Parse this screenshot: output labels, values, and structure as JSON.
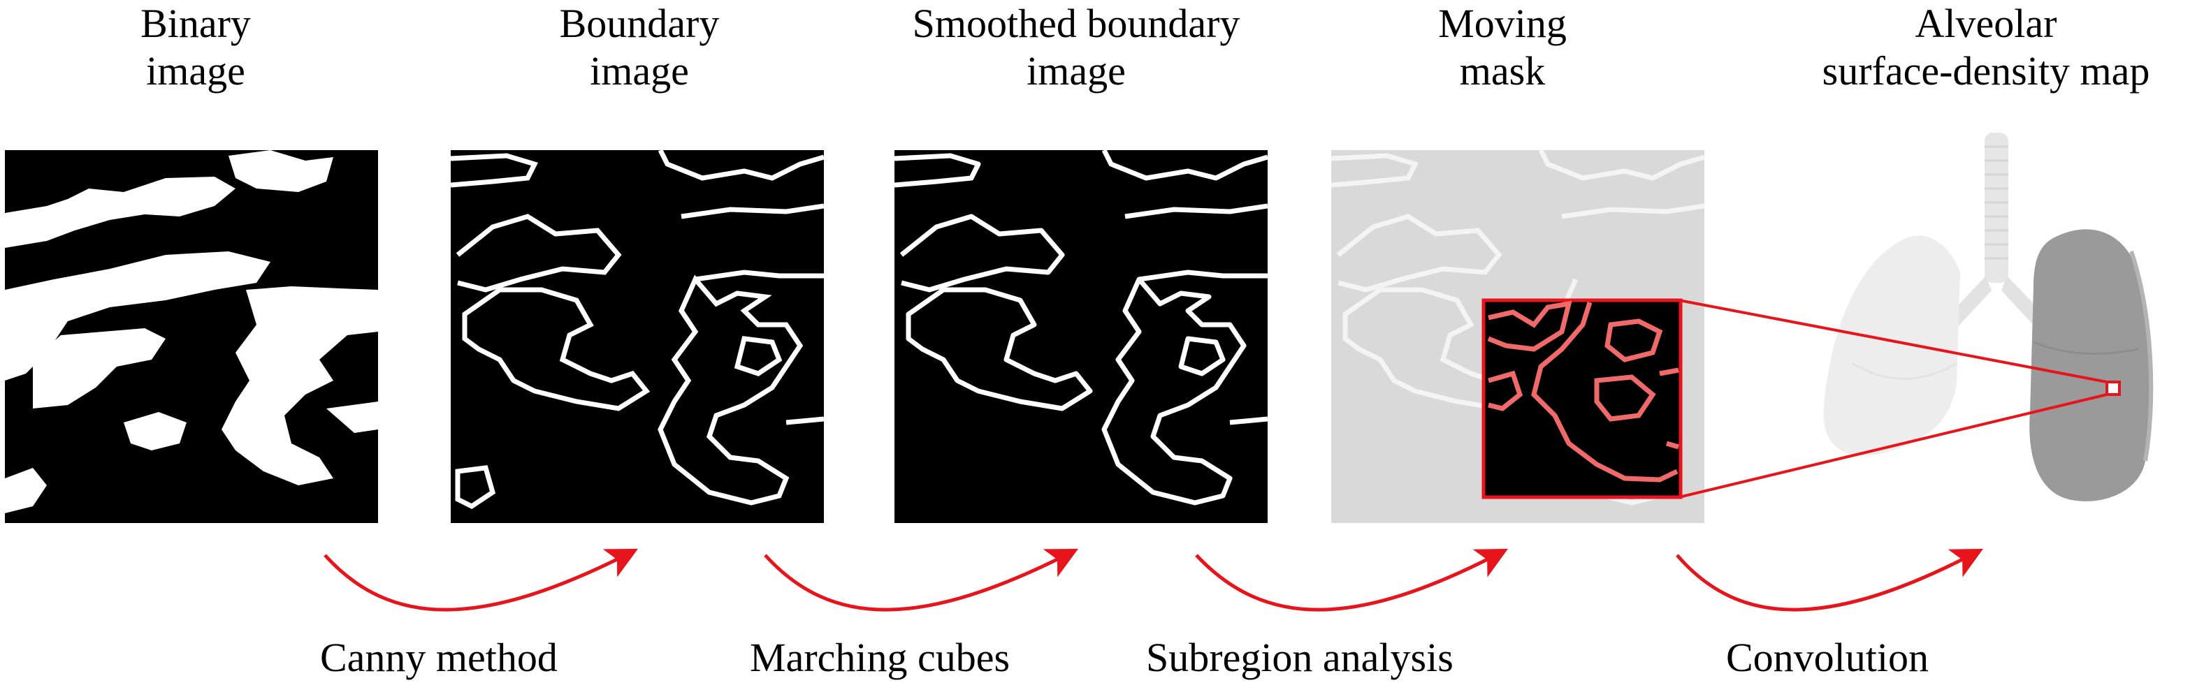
{
  "stages": [
    {
      "id": "binary",
      "title_lines": [
        "Binary",
        "image"
      ]
    },
    {
      "id": "boundary",
      "title_lines": [
        "Boundary",
        "image"
      ]
    },
    {
      "id": "smoothed",
      "title_lines": [
        "Smoothed boundary",
        "image"
      ]
    },
    {
      "id": "moving",
      "title_lines": [
        "Moving",
        "mask"
      ]
    },
    {
      "id": "density",
      "title_lines": [
        "Alveolar",
        "surface-density map"
      ]
    }
  ],
  "steps": [
    {
      "label": "Canny method"
    },
    {
      "label": "Marching cubes"
    },
    {
      "label": "Subregion analysis"
    },
    {
      "label": "Convolution"
    }
  ],
  "colors": {
    "arrow": "#e8141c",
    "mask_border": "#e8141c",
    "mask_boundary": "#f06a6a",
    "faded_bg": "#d9d9d9",
    "lung_dark": "#9a9a9a",
    "lung_light": "#eeeeee",
    "trachea": "#e6e6e6"
  }
}
